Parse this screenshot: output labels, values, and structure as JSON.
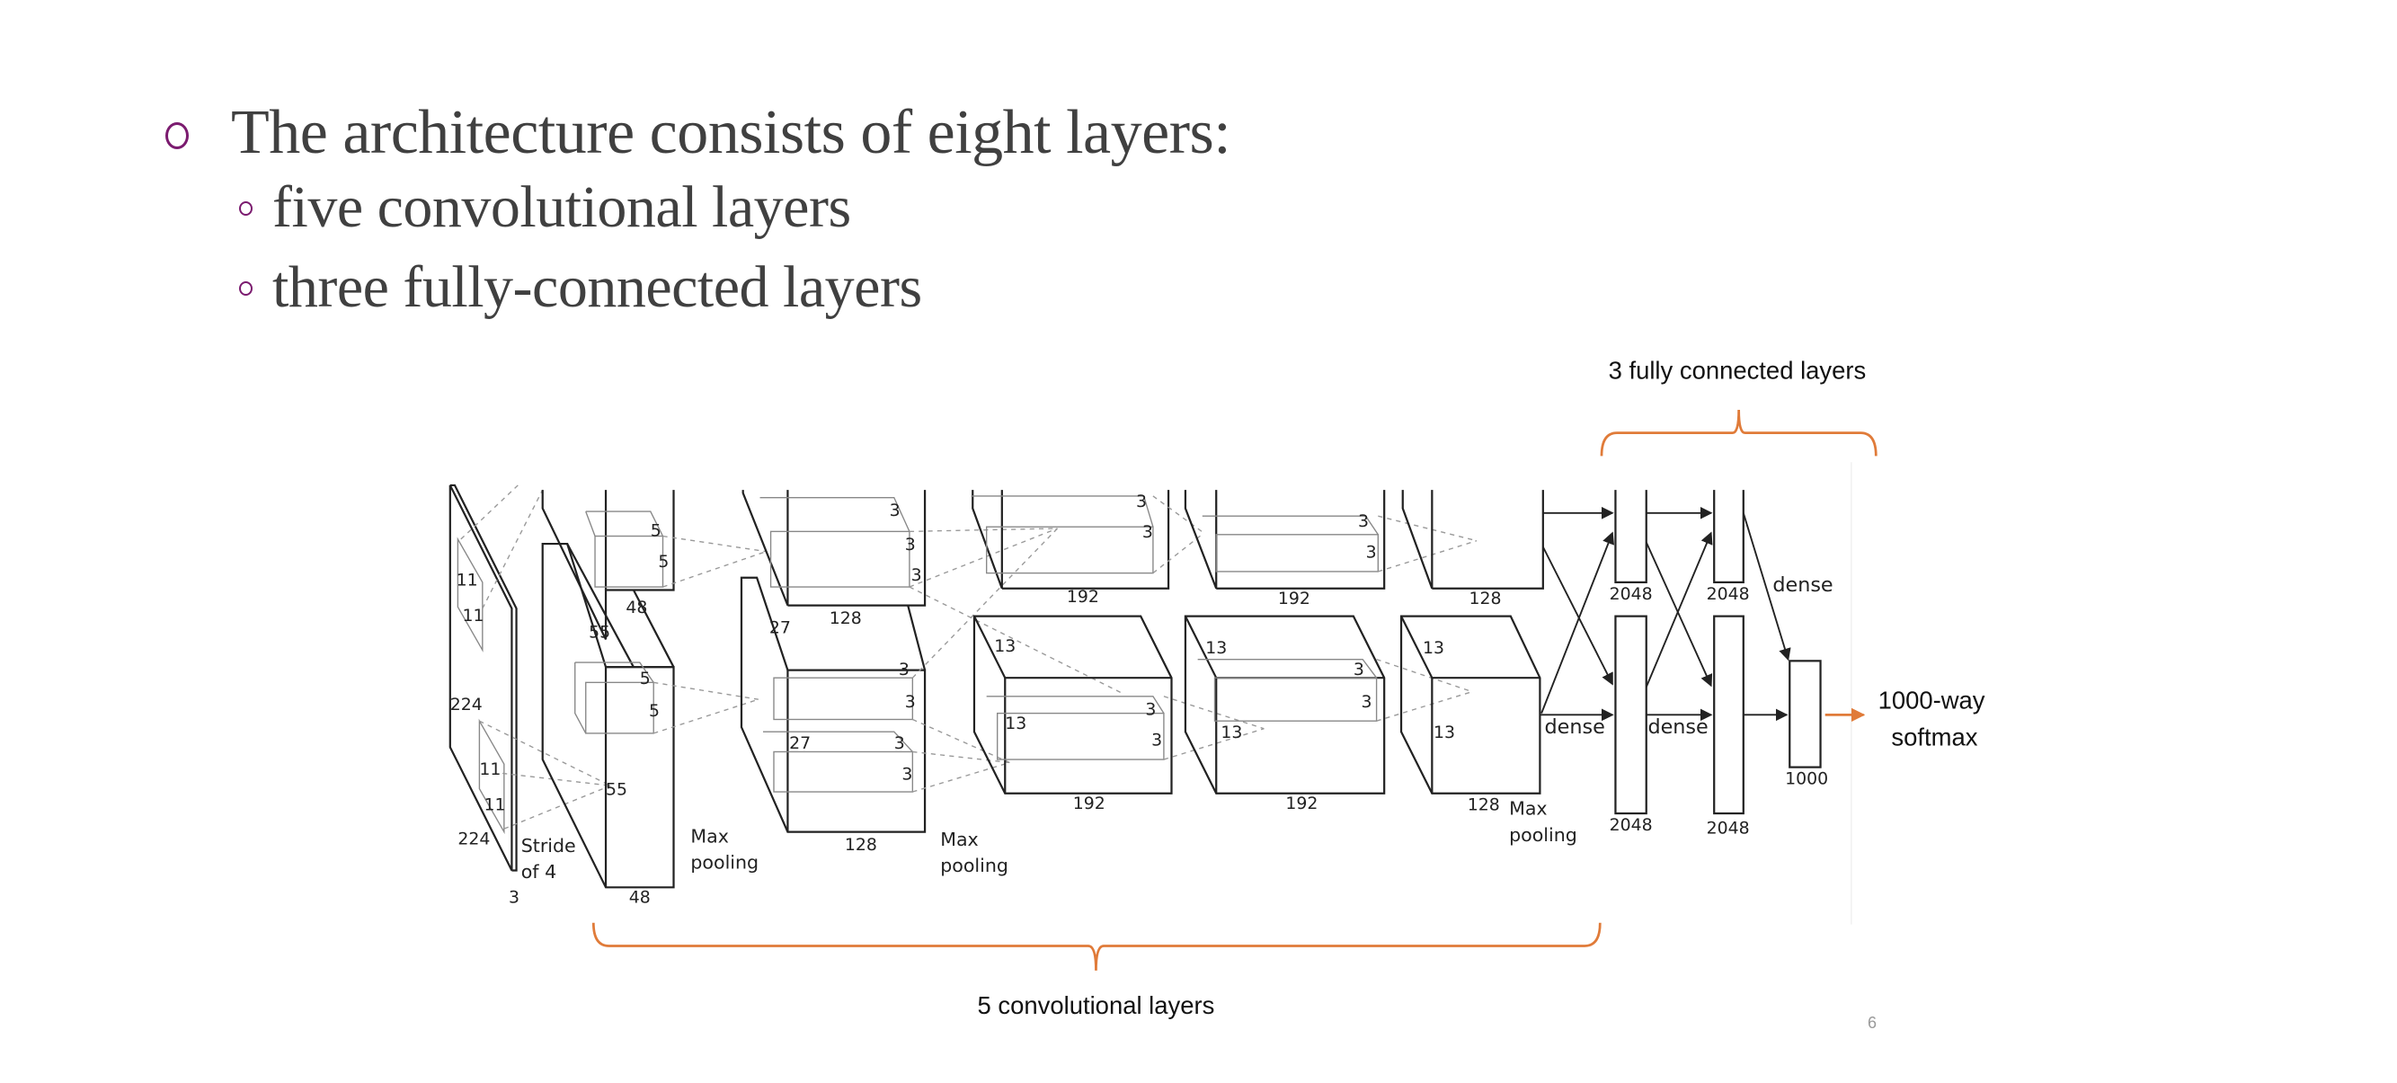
{
  "slide": {
    "bullets": [
      {
        "level": 1,
        "text": "The architecture consists of eight layers:"
      },
      {
        "level": 2,
        "text": "five convolutional layers"
      },
      {
        "level": 2,
        "text": "three fully-connected layers"
      }
    ],
    "bullet_color": "#7b1b6f",
    "text_color": "#404040",
    "page_number": "6"
  },
  "diagram": {
    "title_fc": "3 fully connected layers",
    "title_conv": "5 convolutional layers",
    "bracket_color": "#e07b39",
    "output_label_line1": "1000-way",
    "output_label_line2": "softmax",
    "input": {
      "h": "224",
      "w": "224",
      "depth": "3",
      "kernel_a": "11",
      "kernel_b": "11",
      "stride_line1": "Stride",
      "stride_line2": "of 4"
    },
    "conv1": {
      "size": "55",
      "size2": "55",
      "depth": "48",
      "kernel": "5"
    },
    "pool1": {
      "line1": "Max",
      "line2": "pooling"
    },
    "conv2": {
      "size": "27",
      "size2": "27",
      "depth": "128",
      "kernel": "3"
    },
    "pool2": {
      "line1": "Max",
      "line2": "pooling"
    },
    "conv3": {
      "size": "13",
      "size2": "13",
      "depth": "192",
      "kernel": "3"
    },
    "conv4": {
      "size": "13",
      "size2": "13",
      "depth": "192",
      "kernel": "3"
    },
    "conv5": {
      "size": "13",
      "size2": "13",
      "depth": "128"
    },
    "pool3": {
      "line1": "Max",
      "line2": "pooling"
    },
    "fc6": {
      "units": "2048"
    },
    "fc7": {
      "units": "2048"
    },
    "fc8": {
      "units": "1000"
    },
    "dense_label": "dense"
  }
}
